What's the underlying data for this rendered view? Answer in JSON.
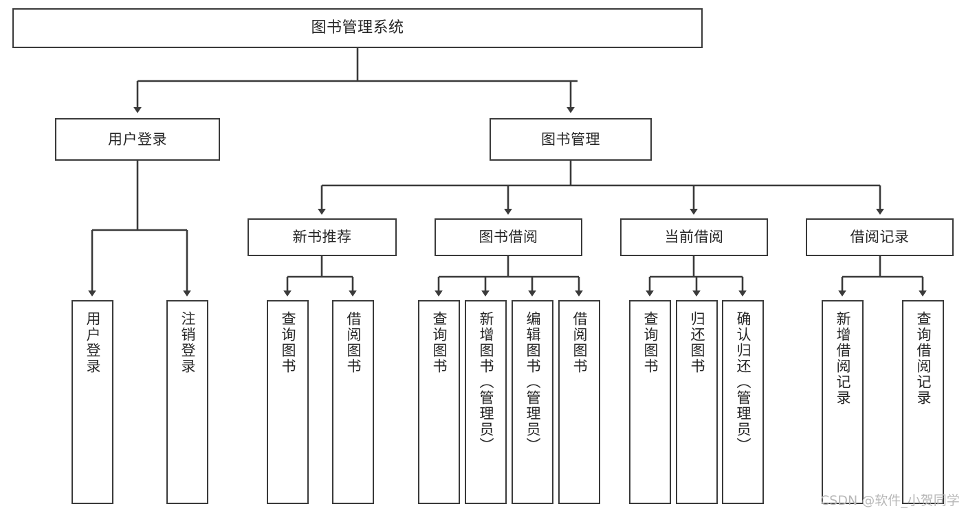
{
  "diagram": {
    "type": "function-structure-tree",
    "title": "图书管理系统",
    "stroke_color": "#3a3a3a",
    "fill_color": "#ffffff",
    "text_color": "#262626",
    "nodes": {
      "root": {
        "label": "图书管理系统"
      },
      "level2": [
        {
          "label": "用户登录"
        },
        {
          "label": "图书管理"
        }
      ],
      "level3": [
        {
          "label": "新书推荐"
        },
        {
          "label": "图书借阅"
        },
        {
          "label": "当前借阅"
        },
        {
          "label": "借阅记录"
        }
      ],
      "leaves_user_login": [
        {
          "label": "用户登录"
        },
        {
          "label": "注销登录"
        }
      ],
      "leaves_new_book": [
        {
          "label": "查询图书"
        },
        {
          "label": "借阅图书"
        }
      ],
      "leaves_borrow": [
        {
          "label": "查询图书"
        },
        {
          "label": "新增图书（管理员）"
        },
        {
          "label": "编辑图书（管理员）"
        },
        {
          "label": "借阅图书"
        }
      ],
      "leaves_current": [
        {
          "label": "查询图书"
        },
        {
          "label": "归还图书"
        },
        {
          "label": "确认归还（管理员）"
        }
      ],
      "leaves_records": [
        {
          "label": "新增借阅记录"
        },
        {
          "label": "查询借阅记录"
        }
      ]
    }
  },
  "watermark": {
    "text": "CSDN @软件_小贺同学",
    "color": "#b8b8b8"
  }
}
